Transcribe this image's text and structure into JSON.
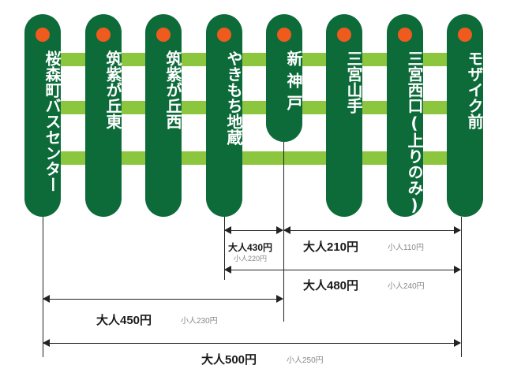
{
  "stations": [
    {
      "name": "桜森町バスセンター"
    },
    {
      "name": "筑紫が丘東"
    },
    {
      "name": "筑紫が丘西"
    },
    {
      "name": "やきもち地蔵"
    },
    {
      "name": "新神戸"
    },
    {
      "name": "三宮山手"
    },
    {
      "name": "三宮西口(上りのみ)"
    },
    {
      "name": "モザイク前"
    }
  ],
  "fares": [
    {
      "adult": "大人430円",
      "child": "小人220円"
    },
    {
      "adult": "大人210円",
      "child": "小人110円"
    },
    {
      "adult": "大人480円",
      "child": "小人240円"
    },
    {
      "adult": "大人450円",
      "child": "小人230円"
    },
    {
      "adult": "大人500円",
      "child": "小人250円"
    }
  ],
  "colors": {
    "pill": "#0d6b3a",
    "band": "#8cc63f",
    "dot": "#ef5a1e",
    "text": "#ffffff"
  }
}
